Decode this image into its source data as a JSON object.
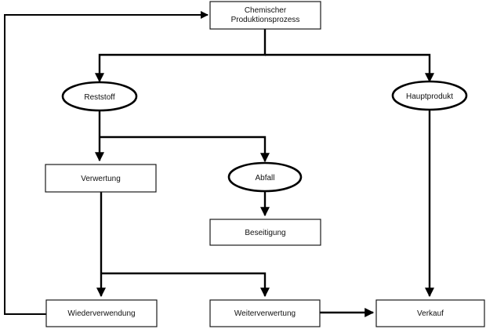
{
  "nodes": {
    "process_line1": "Chemischer",
    "process_line2": "Produktionsprozess",
    "reststoff": "Reststoff",
    "hauptprodukt": "Hauptprodukt",
    "verwertung": "Verwertung",
    "abfall": "Abfall",
    "beseitigung": "Beseitigung",
    "wiederverwendung": "Wiederverwendung",
    "weiterverwertung": "Weiterverwertung",
    "verkauf": "Verkauf"
  },
  "colors": {
    "stroke": "#000000",
    "background": "#ffffff"
  }
}
